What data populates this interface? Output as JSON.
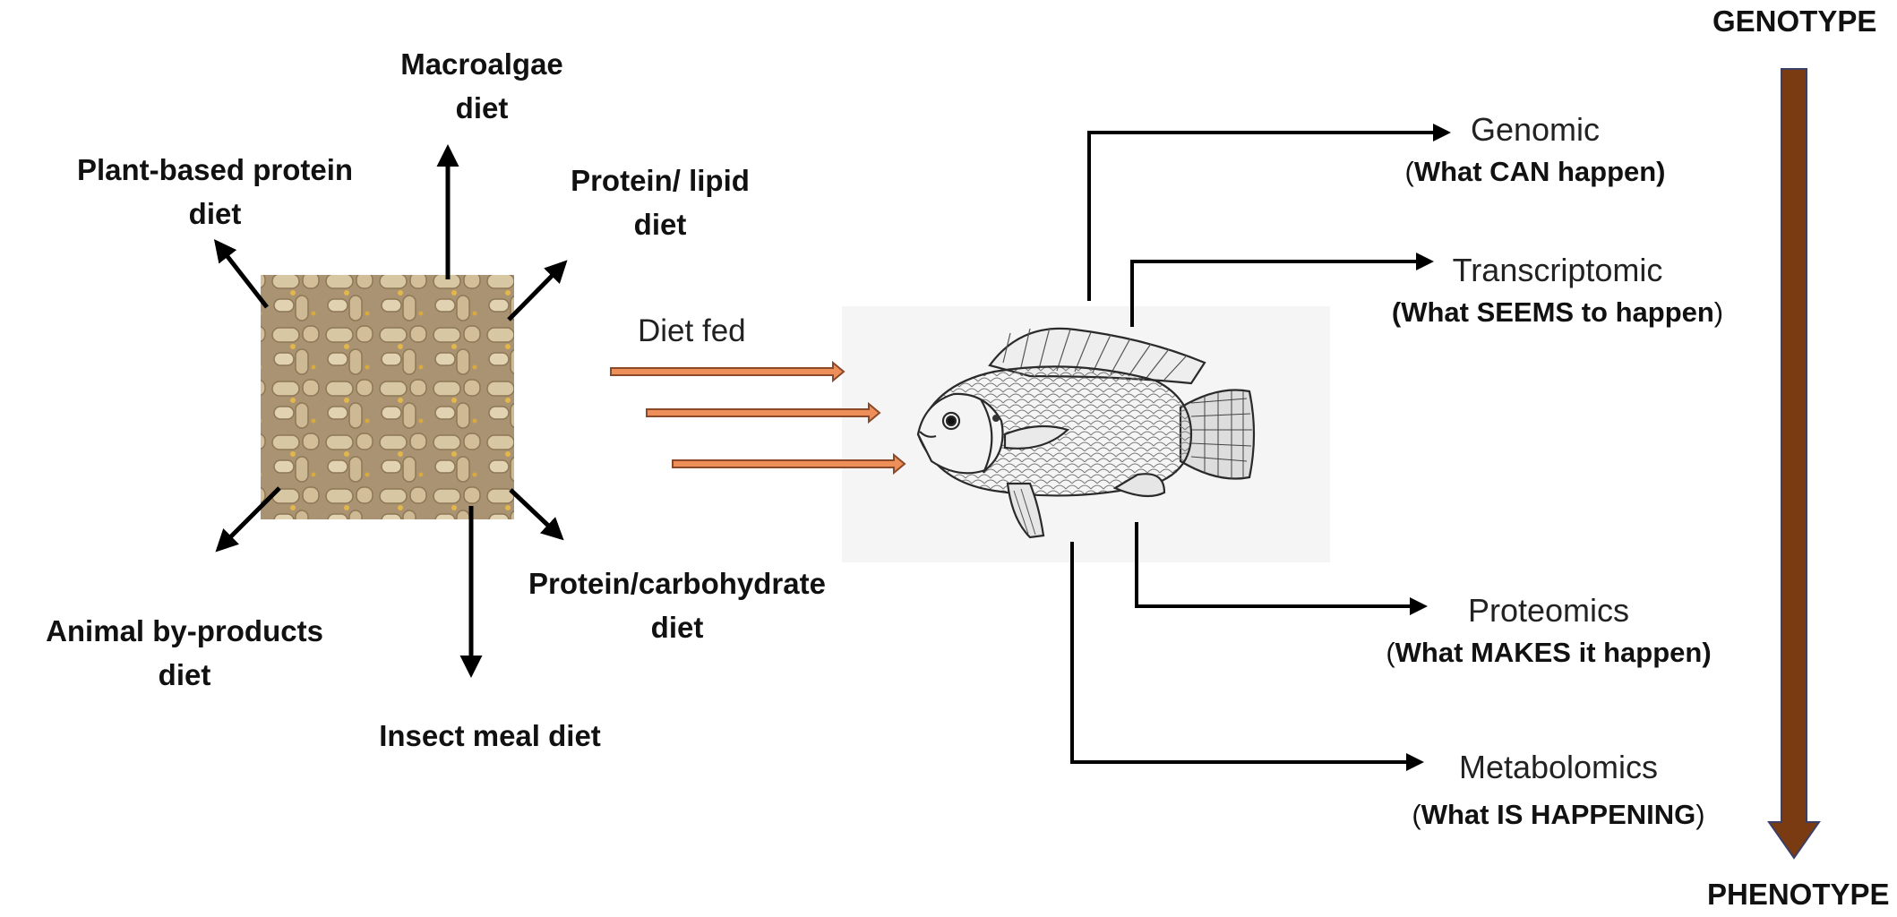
{
  "diets": {
    "macroalgae": [
      "Macroalgae",
      "diet"
    ],
    "plant_protein": [
      "Plant-based protein",
      "diet"
    ],
    "protein_lipid": [
      "Protein/ lipid",
      "diet"
    ],
    "protein_carb": [
      "Protein/carbohydrate",
      "diet"
    ],
    "animal": [
      "Animal by-products",
      "diet"
    ],
    "insect": [
      "Insect meal diet"
    ]
  },
  "diet_fed": "Diet fed",
  "omics": {
    "genomic": {
      "name": "Genomic",
      "open": "(",
      "desc": "What CAN happen)",
      "close": ""
    },
    "transcriptomic": {
      "name": "Transcriptomic",
      "open": "",
      "desc": "(What SEEMS to happen",
      "close": ")"
    },
    "proteomics": {
      "name": "Proteomics",
      "open": "(",
      "desc": "What MAKES it happen)",
      "close": ""
    },
    "metabolomics": {
      "name": "Metabolomics",
      "open": "(",
      "desc": "What IS HAPPENING",
      "close": ")"
    }
  },
  "axis": {
    "top": "GENOTYPE",
    "bottom": "PHENOTYPE"
  },
  "colors": {
    "feed_arrow_fill": "#ee8f5a",
    "feed_arrow_stroke": "#8a4a2a",
    "axis_arrow": "#7a3a12",
    "pellets": "#c9b48f",
    "fish_panel": "#f5f5f5"
  }
}
